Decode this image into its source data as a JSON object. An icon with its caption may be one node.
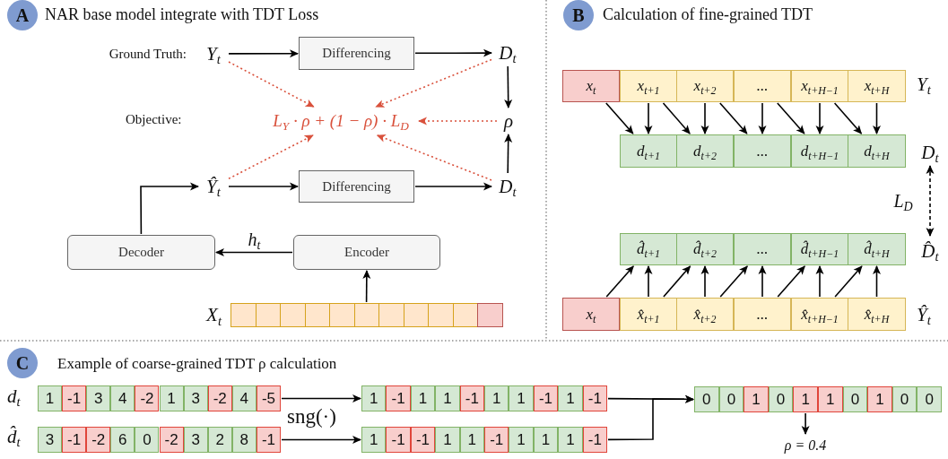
{
  "diagram": {
    "nodes": [
      {
        "text": [
          "A"
        ],
        "beside": [
          "NAR base model integrate with TDT Loss"
        ]
      },
      {
        "text": [
          "Y$_{t}$"
        ],
        "beside": [
          "Ground Truth:"
        ]
      },
      {
        "text": [
          "Differencing"
        ]
      },
      {
        "text": [
          "D$_{t}$"
        ]
      },
      {
        "text": [
          "L$_{Y}$ · ρ + (1 − ρ) · L$_{D}$"
        ]
      },
      {
        "text": [
          "ρ"
        ]
      },
      {
        "text": [
          "Ŷ$_{t}$"
        ]
      },
      {
        "text": [
          "Differencing"
        ]
      },
      {
        "text": [
          "D$_{t}$"
        ]
      },
      {
        "text": [
          "Decoder"
        ]
      },
      {
        "text": [
          "Encoder"
        ]
      },
      {
        "text": [],
        "shape": "bar",
        "beside": [
          "X$_{t}$"
        ]
      },
      {
        "text": [
          "B"
        ],
        "beside": [
          "Calculation of fine-grained TDT"
        ]
      },
      {
        "text": [
          "x$_{t}$"
        ]
      },
      {
        "text": [
          "x$_{t+1}$"
        ]
      },
      {
        "text": [
          "x$_{t+2}$"
        ]
      },
      {
        "text": [
          "..."
        ]
      },
      {
        "text": [
          "x$_{t+H−1}$"
        ]
      },
      {
        "text": [
          "x$_{t+H}$"
        ]
      },
      {
        "text": [
          "d$_{t+1}$"
        ]
      },
      {
        "text": [
          "d$_{t+2}$"
        ]
      },
      {
        "text": [
          "..."
        ]
      },
      {
        "text": [
          "d$_{t+H−1}$"
        ]
      },
      {
        "text": [
          "d$_{t+H}$"
        ]
      },
      {
        "text": [
          "D$_{t}$"
        ]
      },
      {
        "text": [
          "d̂$_{t+1}$"
        ]
      },
      {
        "text": [
          "d̂$_{t+2}$"
        ]
      },
      {
        "text": [
          "..."
        ]
      },
      {
        "text": [
          "d̂$_{t+H−1}$"
        ]
      },
      {
        "text": [
          "d̂$_{t+H}$"
        ]
      },
      {
        "text": [
          "D̂$_{t}$"
        ]
      },
      {
        "text": [
          "x$_{t}$"
        ]
      },
      {
        "text": [
          "x̂$_{t+1}$"
        ]
      },
      {
        "text": [
          "x̂$_{t+2}$"
        ]
      },
      {
        "text": [
          "..."
        ]
      },
      {
        "text": [
          "x̂$_{t+H−1}$"
        ]
      },
      {
        "text": [
          "x̂$_{t+H}$"
        ]
      },
      {
        "text": [
          "C"
        ],
        "beside": [
          "Example of coarse-grained TDT ρ calculation"
        ]
      },
      {
        "text": [
          "1"
        ]
      },
      {
        "text": [
          "-1"
        ]
      },
      {
        "text": [
          "3"
        ]
      },
      {
        "text": [
          "4"
        ]
      },
      {
        "text": [
          "-2"
        ]
      },
      {
        "text": [
          "1"
        ]
      },
      {
        "text": [
          "3"
        ]
      },
      {
        "text": [
          "-2"
        ]
      },
      {
        "text": [
          "4"
        ]
      },
      {
        "text": [
          "-5"
        ]
      },
      {
        "text": [
          "3"
        ]
      },
      {
        "text": [
          "-1"
        ]
      },
      {
        "text": [
          "-2"
        ]
      },
      {
        "text": [
          "6"
        ]
      },
      {
        "text": [
          "0"
        ]
      },
      {
        "text": [
          "-2"
        ]
      },
      {
        "text": [
          "3"
        ]
      },
      {
        "text": [
          "2"
        ]
      },
      {
        "text": [
          "8"
        ]
      },
      {
        "text": [
          "-1"
        ]
      },
      {
        "text": [
          "1"
        ]
      },
      {
        "text": [
          "-1"
        ]
      },
      {
        "text": [
          "1"
        ]
      },
      {
        "text": [
          "1"
        ]
      },
      {
        "text": [
          "-1"
        ]
      },
      {
        "text": [
          "1"
        ]
      },
      {
        "text": [
          "1"
        ]
      },
      {
        "text": [
          "-1"
        ]
      },
      {
        "text": [
          "1"
        ]
      },
      {
        "text": [
          "-1"
        ]
      },
      {
        "text": [
          "1"
        ]
      },
      {
        "text": [
          "-1"
        ]
      },
      {
        "text": [
          "-1"
        ]
      },
      {
        "text": [
          "1"
        ]
      },
      {
        "text": [
          "1"
        ]
      },
      {
        "text": [
          "-1"
        ]
      },
      {
        "text": [
          "1"
        ]
      },
      {
        "text": [
          "1"
        ]
      },
      {
        "text": [
          "1"
        ]
      },
      {
        "text": [
          "-1"
        ]
      },
      {
        "text": [
          "0"
        ]
      },
      {
        "text": [
          "0"
        ]
      },
      {
        "text": [
          "1"
        ]
      },
      {
        "text": [
          "0"
        ]
      },
      {
        "text": [
          "1"
        ]
      },
      {
        "text": [
          "1"
        ]
      },
      {
        "text": [
          "0"
        ]
      },
      {
        "text": [
          "1"
        ]
      },
      {
        "text": [
          "0"
        ]
      },
      {
        "text": [
          "0"
        ]
      },
      {
        "text": [
          "ρ = 0.4"
        ]
      }
    ],
    "edges": [
      {
        "from": 1,
        "to": 2,
        "arrow": "to"
      },
      {
        "from": 2,
        "to": 3,
        "arrow": "to"
      },
      {
        "from": 3,
        "to": 5,
        "arrow": "to"
      },
      {
        "from": 8,
        "to": 5,
        "arrow": "to"
      },
      {
        "from": 1,
        "to": 4,
        "arrow": "to",
        "style": "dashed",
        "color": "#d9513c"
      },
      {
        "from": 3,
        "to": 4,
        "arrow": "to",
        "style": "dashed",
        "color": "#d9513c"
      },
      {
        "from": 5,
        "to": 4,
        "arrow": "to",
        "style": "dashed",
        "color": "#d9513c"
      },
      {
        "from": 6,
        "to": 4,
        "arrow": "to",
        "style": "dashed",
        "color": "#d9513c"
      },
      {
        "from": 8,
        "to": 4,
        "arrow": "to",
        "style": "dashed",
        "color": "#d9513c"
      },
      {
        "from": 6,
        "to": 7,
        "arrow": "to"
      },
      {
        "from": 7,
        "to": 8,
        "arrow": "to"
      },
      {
        "from": 9,
        "to": 6,
        "arrow": "to"
      },
      {
        "from": 10,
        "to": 9,
        "arrow": "to",
        "label": "h$_{t}$"
      },
      {
        "from": 11,
        "to": 10,
        "arrow": "to"
      },
      {
        "from": 13,
        "to": 19,
        "arrow": "to"
      },
      {
        "from": 14,
        "to": 19,
        "arrow": "to"
      },
      {
        "from": 14,
        "to": 20,
        "arrow": "to"
      },
      {
        "from": 15,
        "to": 20,
        "arrow": "to"
      },
      {
        "from": 15,
        "to": 21,
        "arrow": "to"
      },
      {
        "from": 16,
        "to": 21,
        "arrow": "to"
      },
      {
        "from": 16,
        "to": 22,
        "arrow": "to"
      },
      {
        "from": 17,
        "to": 22,
        "arrow": "to"
      },
      {
        "from": 17,
        "to": 23,
        "arrow": "to"
      },
      {
        "from": 18,
        "to": 23,
        "arrow": "to"
      },
      {
        "from": 24,
        "to": 30,
        "arrow": "both",
        "style": "dashed",
        "label": "L$_{D}$"
      },
      {
        "from": 31,
        "to": 25,
        "arrow": "to"
      },
      {
        "from": 32,
        "to": 25,
        "arrow": "to"
      },
      {
        "from": 32,
        "to": 26,
        "arrow": "to"
      },
      {
        "from": 33,
        "to": 26,
        "arrow": "to"
      },
      {
        "from": 33,
        "to": 27,
        "arrow": "to"
      },
      {
        "from": 34,
        "to": 27,
        "arrow": "to"
      },
      {
        "from": 34,
        "to": 28,
        "arrow": "to"
      },
      {
        "from": 35,
        "to": 28,
        "arrow": "to"
      },
      {
        "from": 35,
        "to": 29,
        "arrow": "to"
      },
      {
        "from": 36,
        "to": 29,
        "arrow": "to"
      },
      {
        "from": 47,
        "to": 58,
        "arrow": "to"
      },
      {
        "from": 57,
        "to": 68,
        "arrow": "to"
      },
      {
        "from": 67,
        "to": 78,
        "arrow": "to"
      },
      {
        "from": 77,
        "to": 78,
        "arrow": "to"
      },
      {
        "from": 82,
        "to": 88,
        "arrow": "to"
      }
    ],
    "labels": [
      "Objective:",
      "Y$_{t}$",
      "Ŷ$_{t}$",
      "d$_{t}$",
      "sng(·)",
      "d̂$_{t}$"
    ]
  }
}
